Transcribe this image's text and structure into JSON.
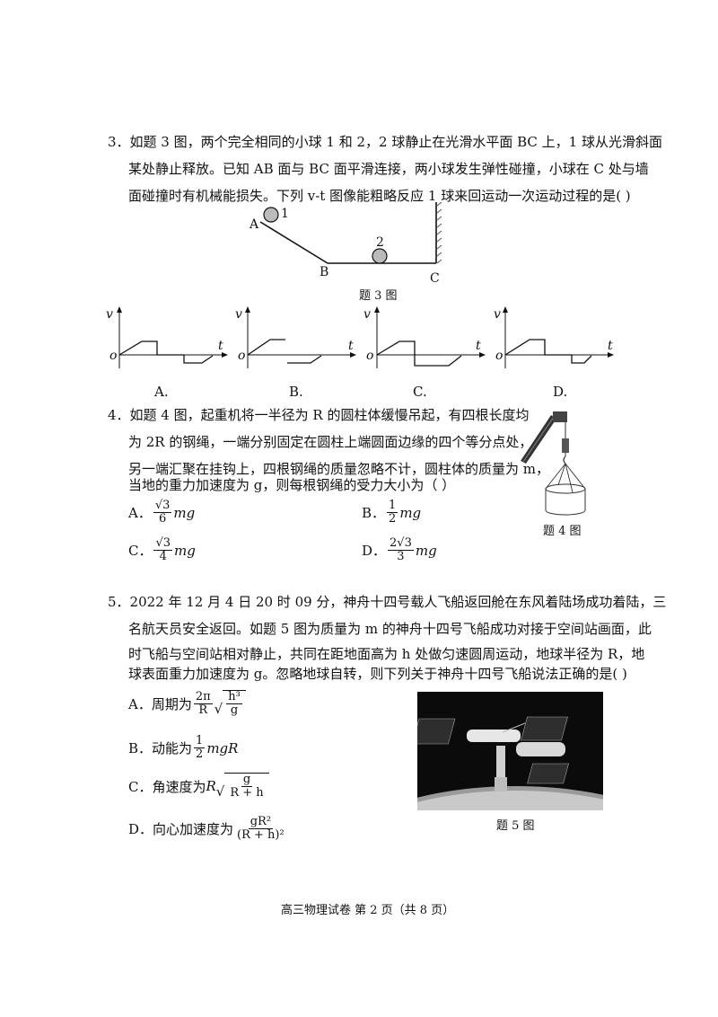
{
  "q3": {
    "lines": [
      "3．如题 3 图，两个完全相同的小球 1 和 2，2 球静止在光滑水平面 BC 上，1 球从光滑斜面",
      "某处静止释放。已知 AB 面与 BC 面平滑连接，两小球发生弹性碰撞，小球在 C 处与墙",
      "面碰撞时有机械能损失。下列 v-t 图像能粗略反应 1 球来回运动一次运动过程的是(      )"
    ],
    "figure": {
      "labels": {
        "a": "A",
        "b": "B",
        "c": "C",
        "ball1": "1",
        "ball2": "2"
      },
      "caption": "题 3 图"
    },
    "graphs": {
      "v": "v",
      "t": "t",
      "o": "o"
    },
    "options": [
      "A.",
      "B.",
      "C.",
      "D."
    ]
  },
  "q4": {
    "lines": [
      "4．如题 4 图，起重机将一半径为 R 的圆柱体缓慢吊起，有四根长度均",
      "为 2R 的钢绳，一端分别固定在圆柱上端圆面边缘的四个等分点处，",
      "另一端汇聚在挂钩上，四根钢绳的质量忽略不计，圆柱体的质量为 m，",
      "当地的重力加速度为 g，则每根钢绳的受力大小为（      ）"
    ],
    "caption": "题 4 图",
    "options": [
      {
        "label": "A．",
        "num": "√3",
        "den": "6",
        "tail": "mg"
      },
      {
        "label": "B．",
        "num": "1",
        "den": "2",
        "tail": "mg"
      },
      {
        "label": "C．",
        "num": "√3",
        "den": "4",
        "tail": "mg"
      },
      {
        "label": "D．",
        "num": "2√3",
        "den": "3",
        "tail": "mg"
      }
    ]
  },
  "q5": {
    "lines": [
      "5．2022 年 12 月 4 日 20 时 09 分，神舟十四号载人飞船返回舱在东风着陆场成功着陆，三",
      "名航天员安全返回。如题 5 图为质量为 m 的神舟十四号飞船成功对接于空间站画面，此",
      "时飞船与空间站相对静止，共同在距地面高为 h 处做匀速圆周运动，地球半径为 R，地",
      "球表面重力加速度为 g。忽略地球自转，则下列关于神舟十四号飞船说法正确的是(      )"
    ],
    "options": {
      "a": {
        "label": "A．周期为",
        "num": "2π",
        "den": "R",
        "rad": "h³",
        "rad_den": "g"
      },
      "b": {
        "label": "B．动能为",
        "num": "1",
        "den": "2",
        "tail": "mgR"
      },
      "c": {
        "label": "C．角速度为",
        "pre": "R",
        "num": "g",
        "den": "R + h"
      },
      "d": {
        "label": "D．向心加速度为",
        "num": "gR²",
        "den": "(R + h)²"
      }
    },
    "caption": "题 5 图"
  },
  "footer": "高三物理试卷  第 2 页（共 8 页）"
}
